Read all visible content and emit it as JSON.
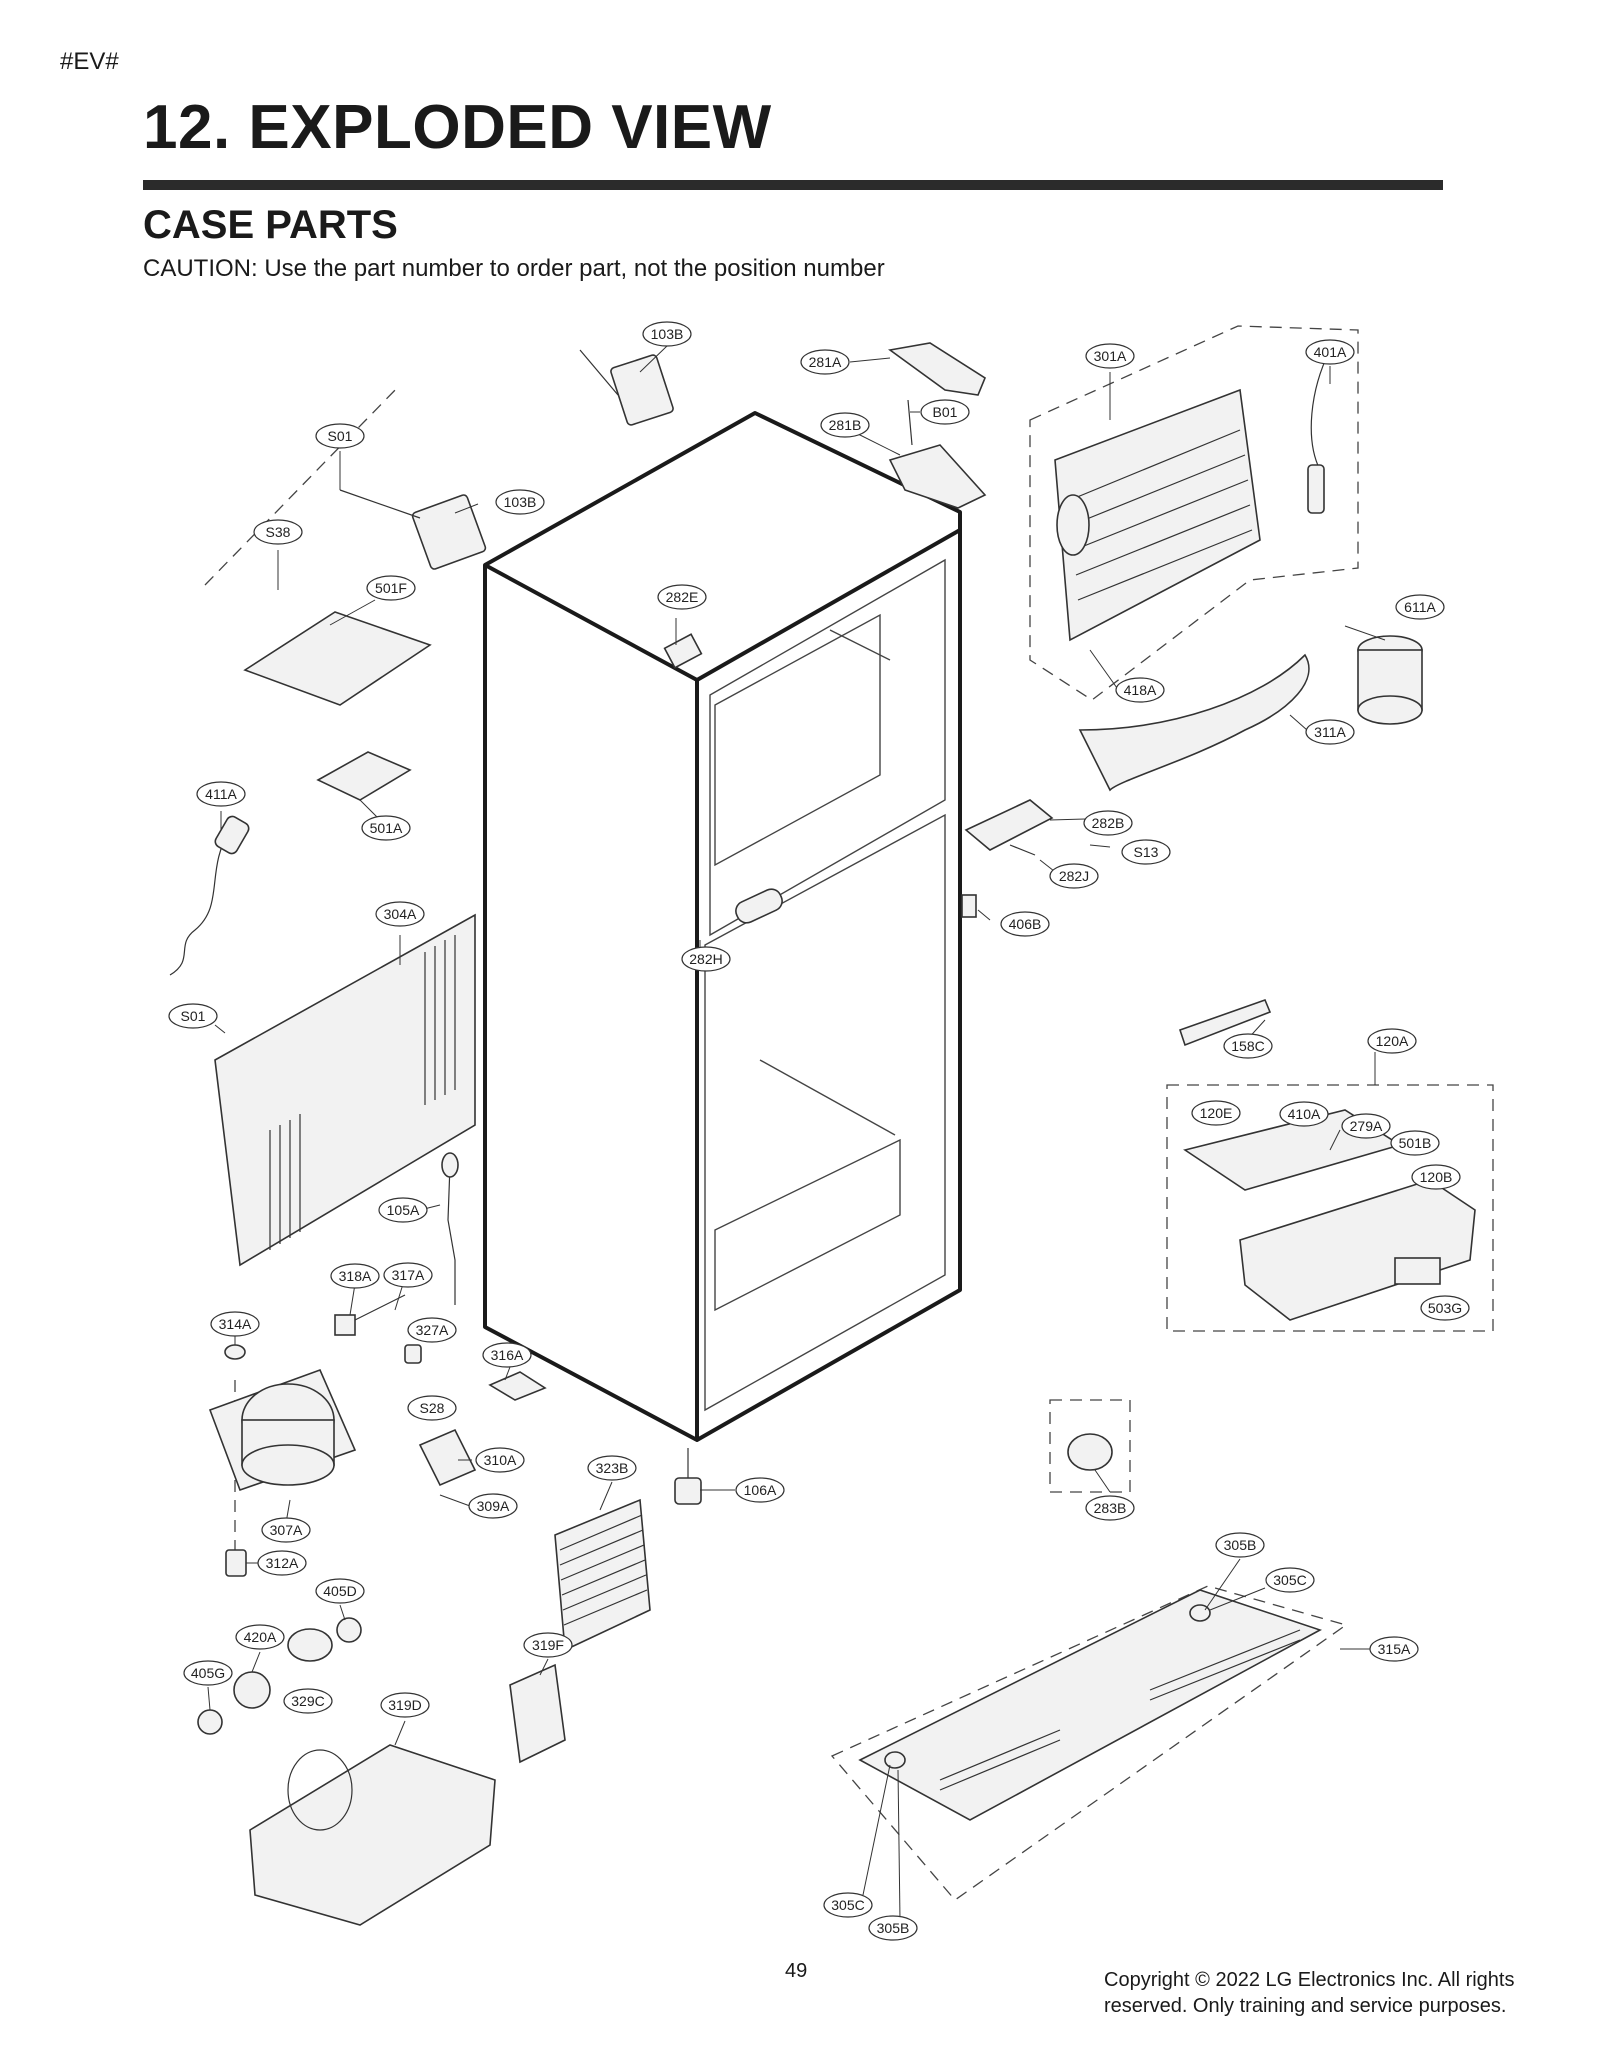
{
  "header": {
    "tag": "#EV#",
    "title": "12. EXPLODED VIEW"
  },
  "section": {
    "title": "CASE PARTS",
    "caution": "CAUTION: Use the part number to order part, not the position number"
  },
  "callouts": [
    "103B",
    "281A",
    "301A",
    "401A",
    "B01",
    "281B",
    "S01",
    "103B",
    "S38",
    "501F",
    "282E",
    "611A",
    "418A",
    "311A",
    "411A",
    "501A",
    "282B",
    "S13",
    "282J",
    "406B",
    "304A",
    "282H",
    "S01",
    "158C",
    "120A",
    "120E",
    "410A",
    "279A",
    "501B",
    "120B",
    "503G",
    "105A",
    "318A",
    "317A",
    "314A",
    "327A",
    "316A",
    "S28",
    "310A",
    "309A",
    "323B",
    "106A",
    "283B",
    "307A",
    "312A",
    "405D",
    "420A",
    "405G",
    "329C",
    "319F",
    "319D",
    "305B",
    "305C",
    "315A",
    "305C",
    "305B"
  ],
  "footer": {
    "page_number": "49",
    "copyright": "Copyright © 2022 LG Electronics Inc. All rights reserved. Only training and service purposes."
  }
}
